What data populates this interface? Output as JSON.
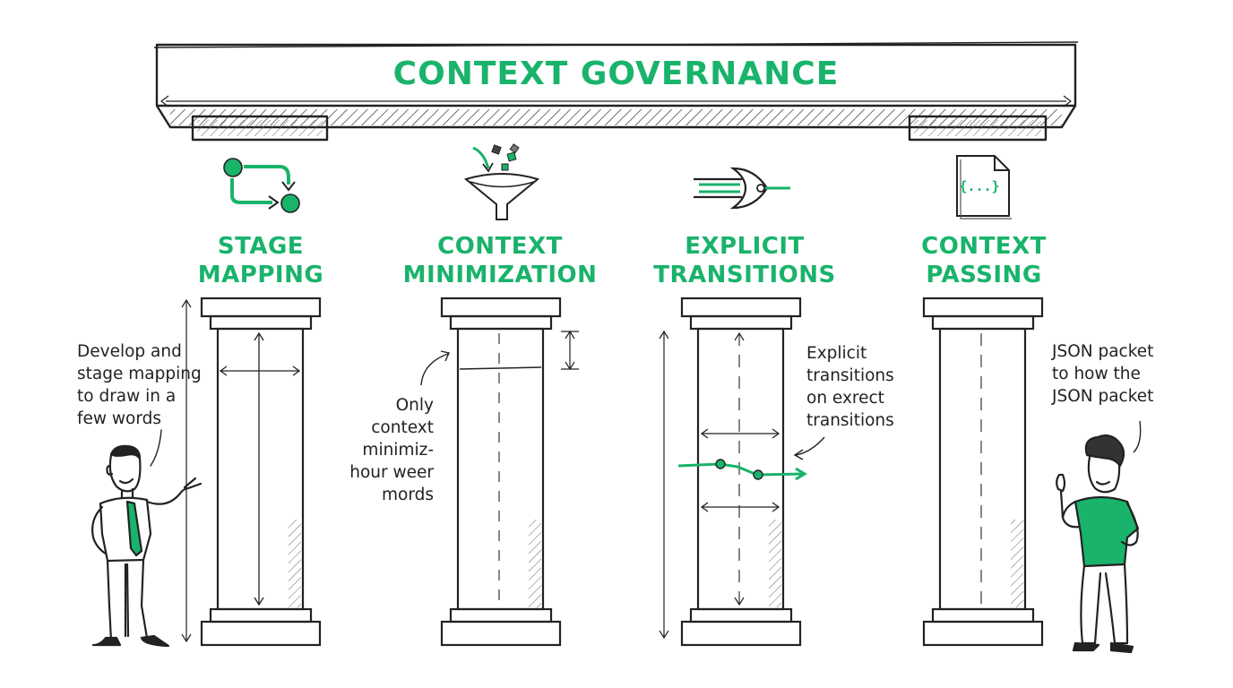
{
  "title": "CONTEXT GOVERNANCE",
  "pillars": [
    {
      "label_line1": "STAGE",
      "label_line2": "MAPPING",
      "icon": "flow-arrows-icon"
    },
    {
      "label_line1": "CONTEXT",
      "label_line2": "MINIMIZATION",
      "icon": "funnel-icon"
    },
    {
      "label_line1": "EXPLICIT",
      "label_line2": "TRANSITIONS",
      "icon": "logic-gate-icon"
    },
    {
      "label_line1": "CONTEXT",
      "label_line2": "PASSING",
      "icon": "json-file-icon"
    }
  ],
  "json_icon_glyph": "{...}",
  "notes": {
    "stage_mapping": [
      "Develop and",
      "stage mapping",
      "to draw in a",
      "few words"
    ],
    "context_minimization": [
      "Only",
      "context",
      "minimiz-",
      "hour weer",
      "mords"
    ],
    "explicit_transitions": [
      "Explicit",
      "transitions",
      "on exrect",
      "transitions"
    ],
    "context_passing": [
      "JSON packet",
      "to how the",
      "JSON packet"
    ]
  },
  "colors": {
    "accent": "#19b36b",
    "ink": "#222222"
  }
}
